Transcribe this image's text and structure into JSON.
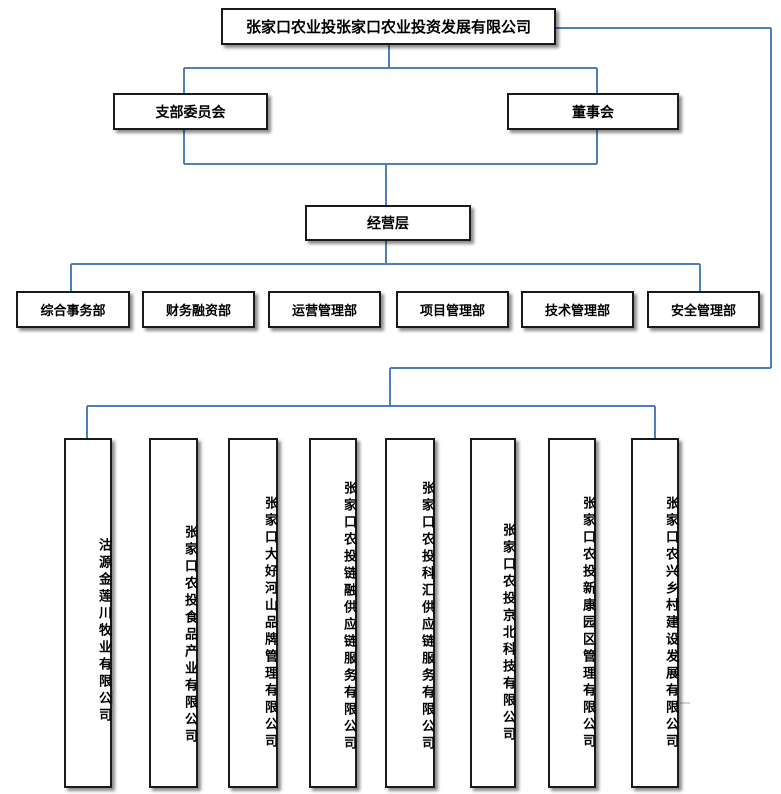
{
  "root": "张家口农业投张家口农业投资发展有限公司",
  "level2": {
    "left": "支部委员会",
    "right": "董事会"
  },
  "management": "经营层",
  "departments": [
    "综合事务部",
    "财务融资部",
    "运营管理部",
    "项目管理部",
    "技术管理部",
    "安全管理部"
  ],
  "subsidiaries": [
    "沽源金莲川牧业有限公司",
    "张家口农投食品产业有限公司",
    "张家口大好河山品牌管理有限公司",
    "张家口农投链融供应链服务有限公司",
    "张家口农投科汇供应链服务有限公司",
    "张家口农投京北科技有限公司",
    "张家口农投新康园区管理有限公司",
    "张家口农兴乡村建设发展有限公司"
  ],
  "colors": {
    "connector": "#4f7fb8",
    "border": "#1a1a1a"
  }
}
